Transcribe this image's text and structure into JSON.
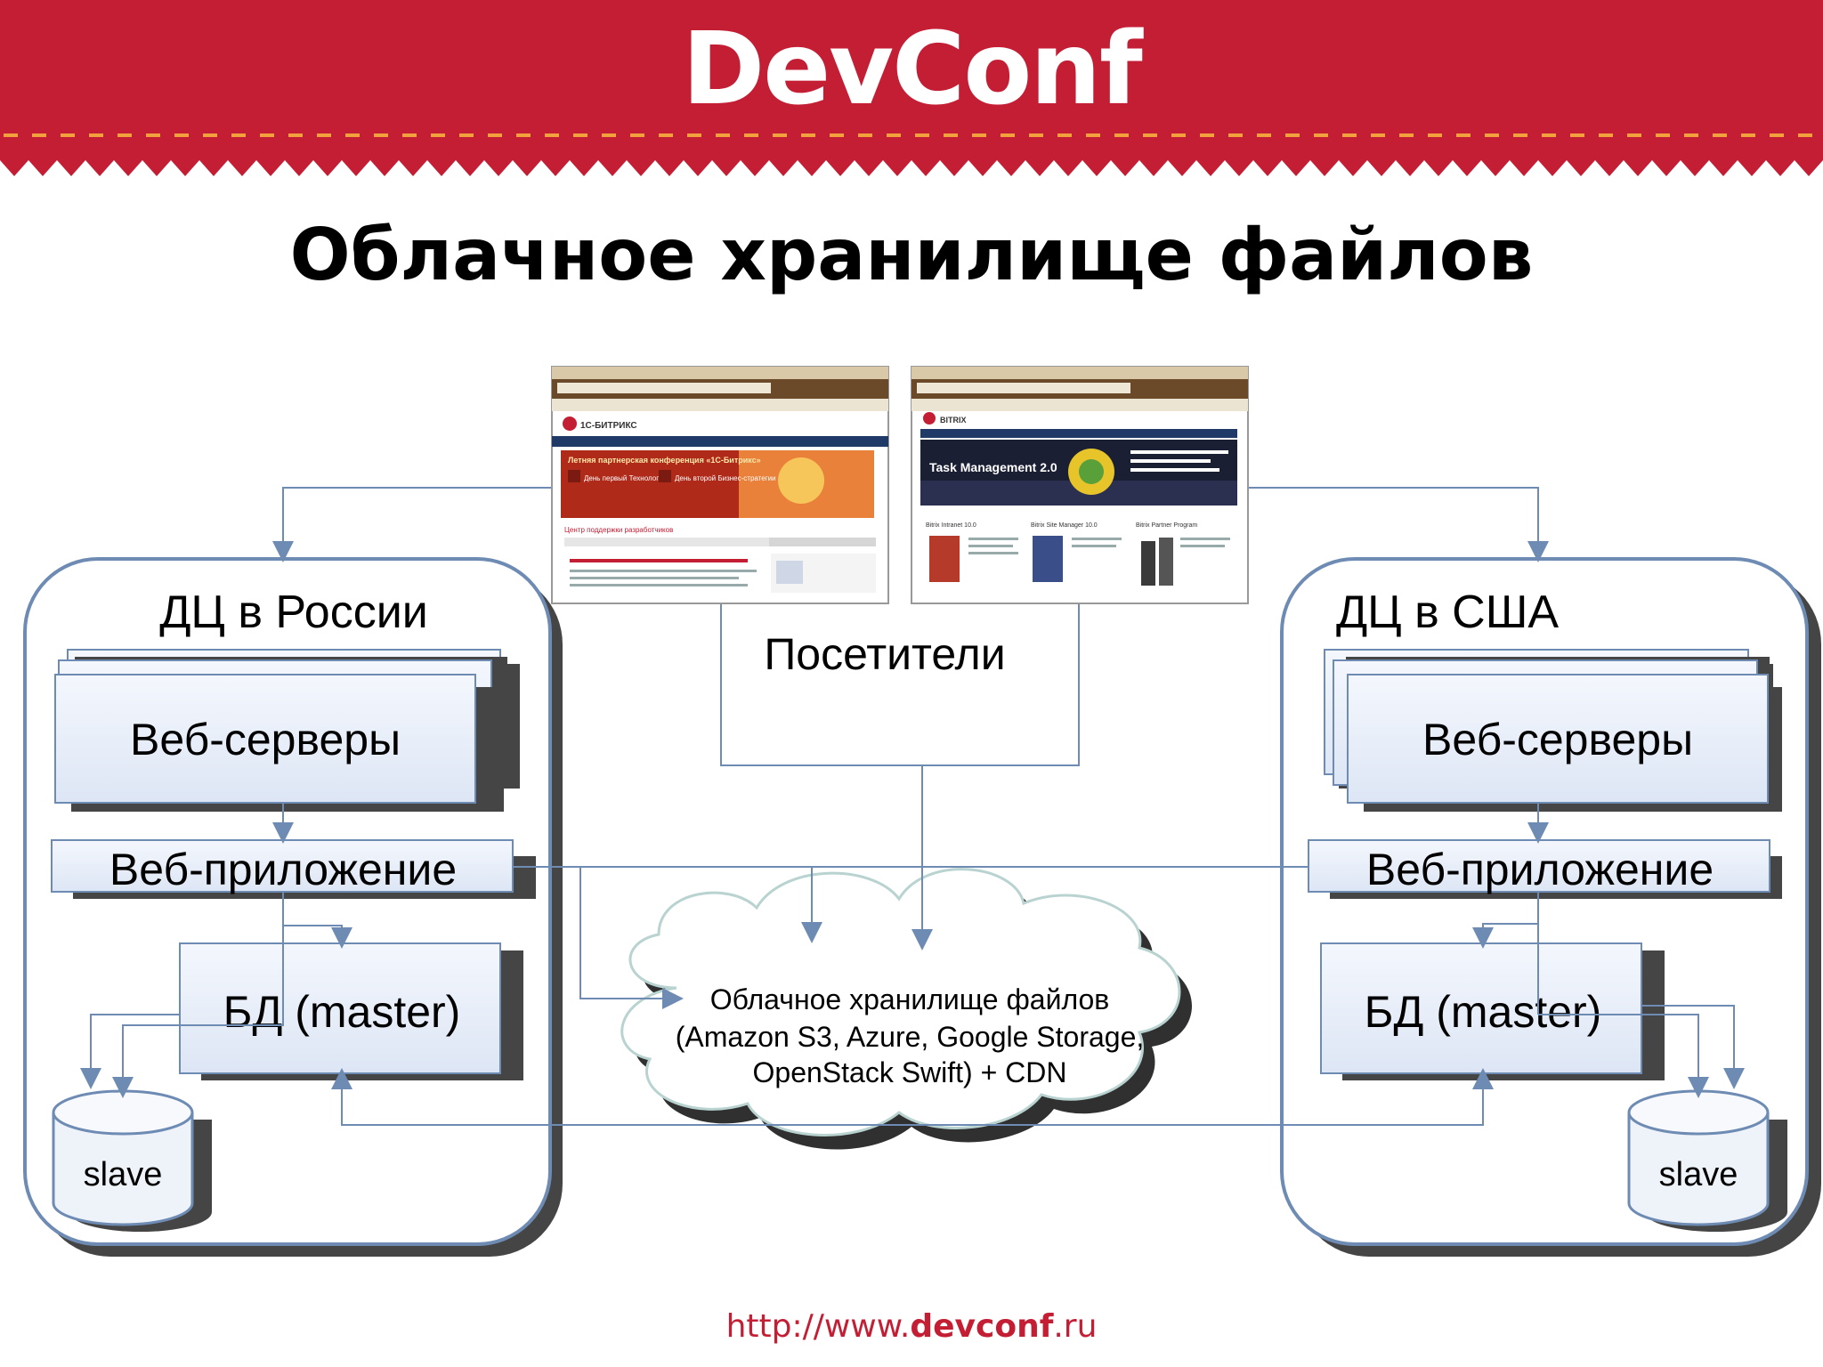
{
  "header": {
    "logo_text": "DevConf",
    "brand_color": "#c41e35"
  },
  "title": "Облачное хранилище файлов",
  "screenshots": {
    "left": {
      "brand": "1С-БИТРИКС",
      "banner": "Летняя партнерская конференция «1С-Битрикс»",
      "banner_sub1": "День первый Технологии",
      "banner_sub2": "День второй Бизнес-стратегии",
      "section": "Центр поддержки разработчиков"
    },
    "right": {
      "brand": "BITRIX",
      "banner": "Task Management 2.0",
      "product1": "Bitrix Intranet 10.0",
      "product2": "Bitrix Site Manager 10.0",
      "product3": "Bitrix Partner Program"
    }
  },
  "visitors": "Посетители",
  "dc_russia": {
    "title": "ДЦ в России",
    "web_servers": "Веб-серверы",
    "web_app": "Веб-приложение",
    "db_master": "БД (master)",
    "slave": "slave"
  },
  "dc_usa": {
    "title": "ДЦ в США",
    "web_servers": "Веб-серверы",
    "web_app": "Веб-приложение",
    "db_master": "БД (master)",
    "slave": "slave"
  },
  "cloud": {
    "line1": "Облачное хранилище файлов",
    "line2": "(Amazon S3, Azure, Google Storage,",
    "line3": "OpenStack Swift) + CDN"
  },
  "footer": {
    "prefix": "http://www.",
    "domain": "devconf",
    "suffix": ".ru"
  },
  "colors": {
    "line": "#6e8bb3",
    "box_fill": "#e6eefa",
    "shadow": "#454545"
  }
}
